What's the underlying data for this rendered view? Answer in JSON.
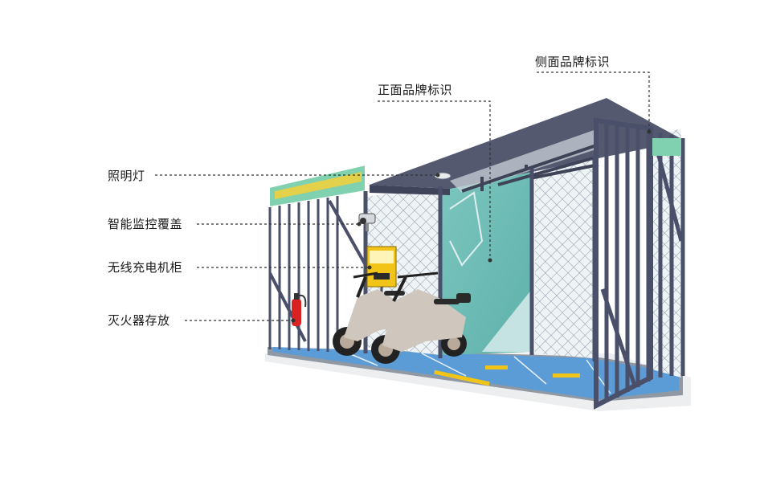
{
  "callouts": {
    "side_brand": "侧面品牌标识",
    "front_brand": "正面品牌标识",
    "lighting": "照明灯",
    "smart_monitor": "智能监控覆盖",
    "wireless_cabinet": "无线充电机柜",
    "extinguisher": "灭火器存放"
  },
  "colors": {
    "frame": "#4a4f6a",
    "roof": "#55596f",
    "teal_wall": "#6dbcb6",
    "floor_blue": "#5b9bd6",
    "sign_green": "#6fc8a8",
    "cabinet_yellow": "#f2c417",
    "leader_line": "#333333"
  }
}
